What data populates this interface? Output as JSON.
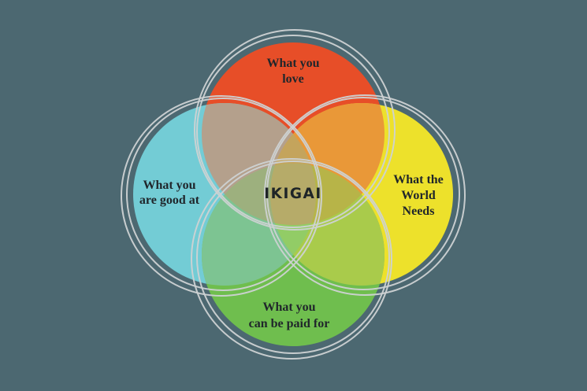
{
  "background_color": "#4C6871",
  "ring_color": "#CDD2D3",
  "label_text_color": "#20262B",
  "center": {
    "label": "IKIGAI",
    "text_color": "#1E2427"
  },
  "circles": {
    "love": {
      "label_lines": [
        "What you",
        "love"
      ],
      "color": "#E74E28"
    },
    "good_at": {
      "label_lines": [
        "What you",
        "are good at"
      ],
      "color": "#73CCD5"
    },
    "world_needs": {
      "label_lines": [
        "What the",
        "World",
        "Needs"
      ],
      "color": "#EDE12B"
    },
    "paid_for": {
      "label_lines": [
        "What you",
        "can be paid for"
      ],
      "color": "#6FBE4E"
    }
  },
  "overlaps": {
    "love_good_at": "#B4A08C",
    "love_world_needs": "#E99838",
    "good_at_paid_for": "#7DC492",
    "world_needs_paid_for": "#A9CB4B",
    "love_good_at_world_needs": "#C4A45C",
    "love_good_at_paid_for": "#9DB07E",
    "love_world_needs_paid_for": "#B7B448",
    "good_at_world_needs_paid_for": "#92CC66",
    "center_all": "#B6AB69"
  }
}
